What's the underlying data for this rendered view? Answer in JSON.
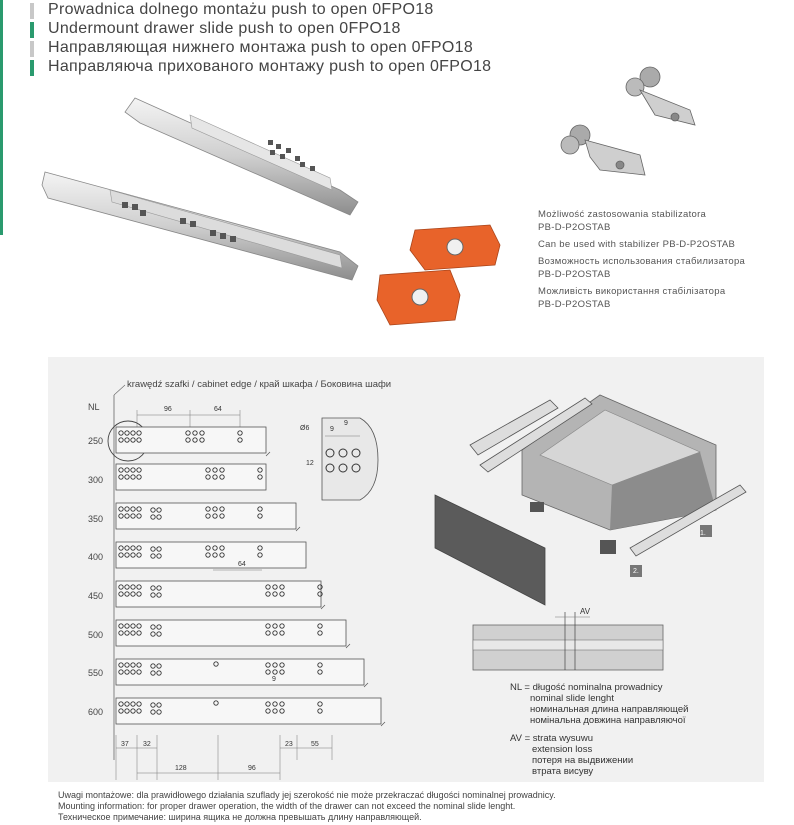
{
  "header": {
    "titles": [
      "Prowadnica dolnego montażu push to open 0FPO18",
      "Undermount drawer slide push to open 0FPO18",
      "Направляющая нижнего монтажа push to open 0FPO18",
      "Направляюча прихованого монтажу push to open 0FPO18"
    ],
    "accent_colors": [
      "#c8c8c8",
      "#2a9a6e",
      "#c8c8c8",
      "#2a9a6e"
    ]
  },
  "stabilizer": {
    "lines": [
      "Możliwość zastosowania stabilizatora",
      "PB-D-P2OSTAB",
      "Can be used with stabilizer PB-D-P2OSTAB",
      "Возможность использования стабилизатора",
      "PB-D-P2OSTAB",
      "Можливість використання стабілізатора",
      "PB-D-P2OSTAB"
    ]
  },
  "diagram": {
    "edge_label": "krawędź szafki / cabinet edge / край шкафа / Боковина шафи",
    "nl_header": "NL",
    "nl_values": [
      "250",
      "300",
      "350",
      "400",
      "450",
      "500",
      "550",
      "600"
    ],
    "dims": {
      "d96_top": "96",
      "d64_top": "64",
      "d64_mid": "64",
      "d9": "9",
      "d37": "37",
      "d32": "32",
      "d23": "23",
      "d55": "55",
      "d128": "128",
      "d96_bottom": "96",
      "detail_phi": "Ø6",
      "detail_9a": "9",
      "detail_9b": "9",
      "detail_12": "12",
      "av_label": "AV",
      "tag1": "1.",
      "tag2": "2."
    },
    "legend_nl": [
      "NL = długość nominalna prowadnicy",
      "nominal slide lenght",
      "номинальная длина направляющей",
      "номінальна довжина направляючої"
    ],
    "legend_av": [
      "AV = strata wysuwu",
      "extension loss",
      "потеря на выдвижении",
      "втрата висуву"
    ]
  },
  "notes": [
    "Uwagi montażowe: dla prawidłowego działania szuflady jej szerokość nie może przekraczać długości nominalnej prowadnicy.",
    "Mounting information: for proper drawer operation, the width of the drawer can not exceed the nominal slide lenght.",
    "Техническое примечание: ширина ящика не должна превышать длину направляющей."
  ],
  "colors": {
    "brand_green": "#2a9a6e",
    "clip_orange": "#e8632a",
    "panel_bg": "#f1f1f1",
    "drawer_box": "#9a9a9a"
  }
}
